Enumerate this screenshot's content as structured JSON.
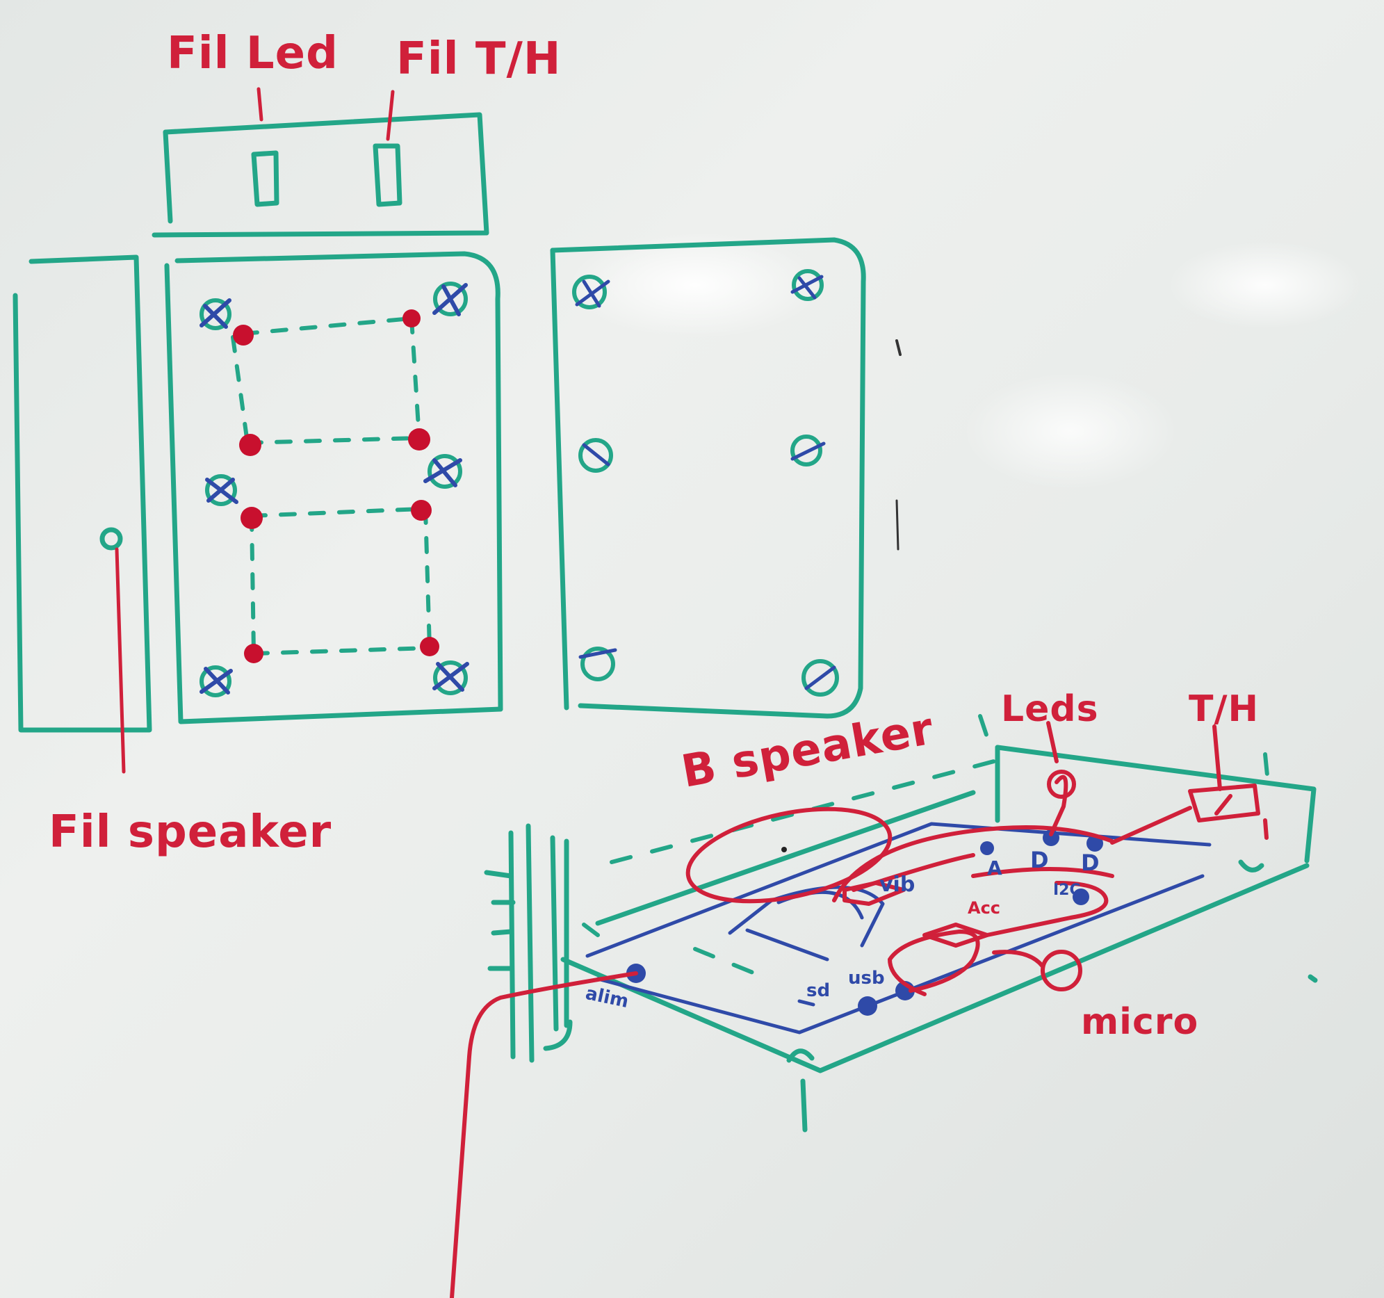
{
  "labels": {
    "fil_led": "Fil Led",
    "fil_th": "Fil T/H",
    "fil_speaker": "Fil speaker",
    "b_speaker": "B speaker",
    "leds": "Leds",
    "th": "T/H",
    "micro": "micro"
  },
  "board_labels": {
    "vib": "vib",
    "a": "A",
    "d1": "D",
    "d2": "D",
    "i2c": "I2C",
    "acc": "Acc",
    "usb": "usb",
    "sd": "sd",
    "alim": "alim"
  },
  "colors": {
    "green": "#23a688",
    "red": "#d0203a",
    "blue": "#2f4aa8"
  }
}
